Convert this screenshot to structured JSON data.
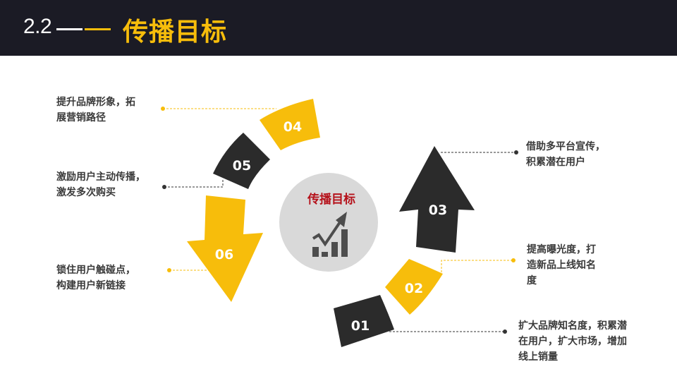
{
  "header": {
    "section_number": "2.2",
    "title": "传播目标"
  },
  "center": {
    "title": "传播目标",
    "icon": "growth-chart-icon"
  },
  "steps": [
    {
      "number": "01",
      "label_lines": [
        "扩大品牌知名度，积累潜",
        "在用户，扩大市场，增加",
        "线上销量"
      ],
      "color": "#2b2b2b"
    },
    {
      "number": "02",
      "label_lines": [
        "提高曝光度，打",
        "造新品上线知名",
        "度"
      ],
      "color": "#f7bd0b"
    },
    {
      "number": "03",
      "label_lines": [
        "借助多平台宣传，",
        "积累潜在用户"
      ],
      "color": "#2b2b2b"
    },
    {
      "number": "04",
      "label_lines": [
        "提升品牌形象，拓",
        "展营销路径"
      ],
      "color": "#f7bd0b"
    },
    {
      "number": "05",
      "label_lines": [
        "激励用户主动传播，",
        "激发多次购买"
      ],
      "color": "#2b2b2b"
    },
    {
      "number": "06",
      "label_lines": [
        "锁住用户触碰点，",
        "构建用户新链接"
      ],
      "color": "#f7bd0b"
    }
  ],
  "colors": {
    "header_bg": "#1b1b25",
    "accent": "#f7bd0b",
    "dark": "#2b2b2b",
    "center_circle": "#d9d9d9",
    "center_title": "#b5121b"
  }
}
